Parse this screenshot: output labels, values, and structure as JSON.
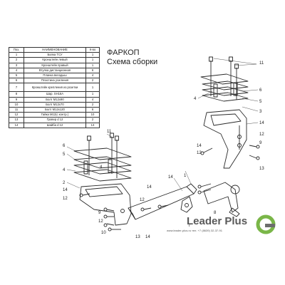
{
  "title": "ФАРКОП",
  "subtitle": "Схема сборки",
  "table": {
    "headers": [
      "Поз.",
      "НАИМЕНОВАНИЕ",
      "К-во"
    ],
    "rows": [
      [
        "1",
        "Балка ТСУ",
        "1"
      ],
      [
        "2",
        "Кронштейн левый",
        "1"
      ],
      [
        "3",
        "Кронштейн правый",
        "1"
      ],
      [
        "4",
        "Втулка дистанционная",
        "6"
      ],
      [
        "5",
        "Планка вкладыш",
        "4"
      ],
      [
        "6",
        "Пластина усиления",
        "2"
      ],
      [
        "7",
        "Кронштейн крепления из розетки",
        "1"
      ],
      [
        "8",
        "Шар. SH16А",
        "1"
      ],
      [
        "9",
        "Болт М12х90",
        "4"
      ],
      [
        "10",
        "Болт М12х70",
        "2"
      ],
      [
        "11",
        "Болт М12х120",
        "6"
      ],
      [
        "12",
        "Гайка М12(с контр.)",
        "10"
      ],
      [
        "13",
        "Гровер d 12",
        "2"
      ],
      [
        "14",
        "Шайба d 12",
        "13"
      ]
    ]
  },
  "callouts": [
    "11",
    "4",
    "6",
    "5",
    "3",
    "14",
    "12",
    "9",
    "13",
    "11",
    "6",
    "5",
    "4",
    "2",
    "14",
    "12",
    "14",
    "12",
    "1",
    "7",
    "8",
    "10",
    "13",
    "14",
    "14",
    "12",
    "14",
    "9",
    "12",
    "4"
  ],
  "footer": {
    "url": "www.leader-plus.ru  тел. +7 (8639) 32-37-91",
    "brand_main": "Leader",
    "brand_accent": "Plus"
  },
  "colors": {
    "line": "#2a2a2a",
    "logo_green": "#7ab648",
    "logo_gray": "#6d6d6d"
  }
}
